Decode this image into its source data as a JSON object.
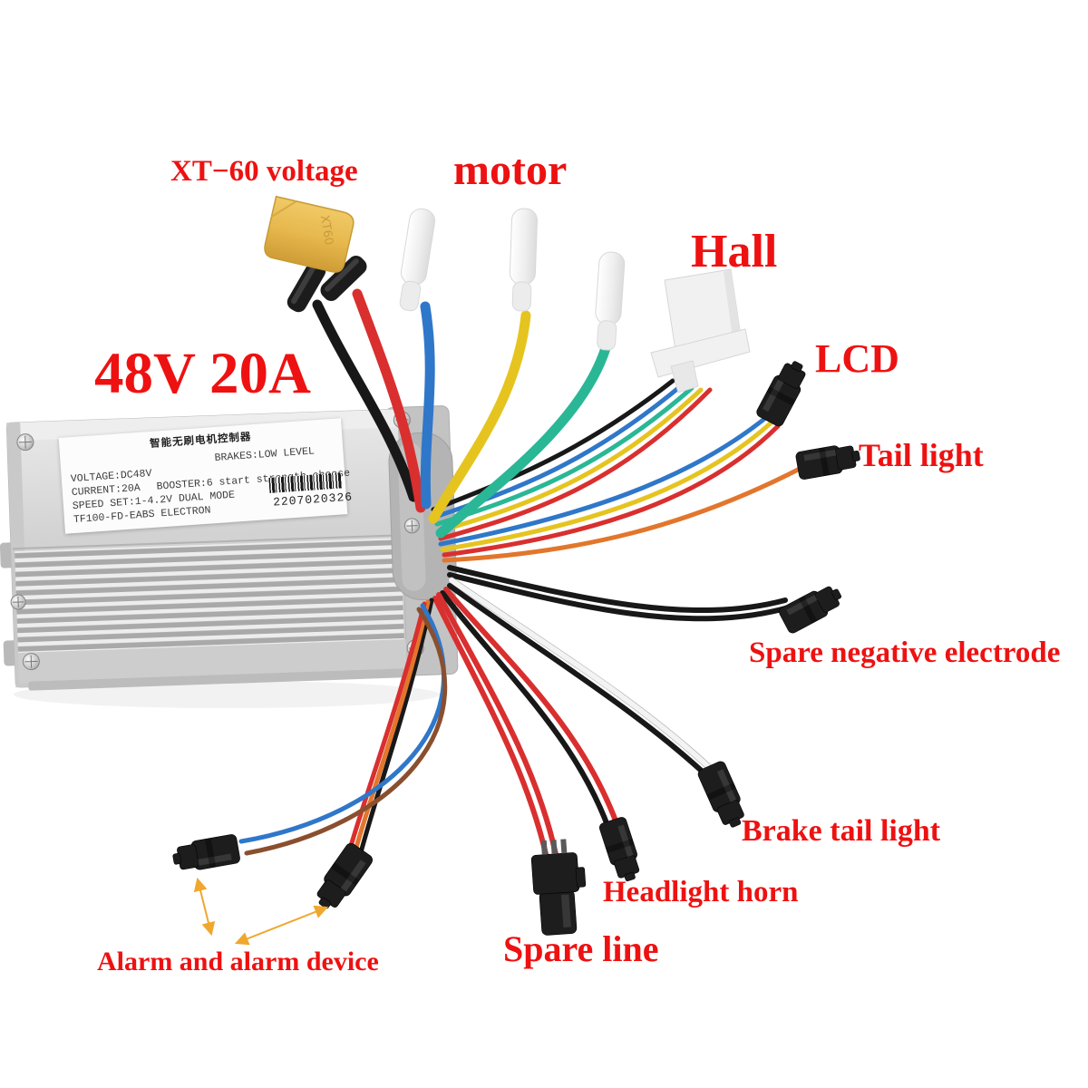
{
  "headline": "48V 20A",
  "annotations": {
    "xt60": "XT−60 voltage",
    "motor": "motor",
    "hall": "Hall",
    "lcd": "LCD",
    "tail_light": "Tail light",
    "spare_negative": "Spare negative electrode",
    "brake_tail_light": "Brake tail light",
    "headlight_horn": "Headlight horn",
    "spare_line": "Spare line",
    "alarm": "Alarm and alarm device"
  },
  "controller_label": {
    "title": "智能无刷电机控制器",
    "brakes": "BRAKES:LOW LEVEL",
    "voltage": "VOLTAGE:DC48V",
    "current": "CURRENT:20A",
    "booster": "BOOSTER:6 start strength choose",
    "speed_set": "SPEED SET:1-4.2V DUAL MODE",
    "model": "TF100-FD-EABS ELECTRON",
    "serial": "2207020326"
  },
  "xt60_marking": "XT60",
  "colors": {
    "annotation_red": "#ee1111",
    "wire_red": "#d92f2f",
    "wire_black": "#181818",
    "wire_blue": "#2f77c9",
    "wire_yellow": "#e6c41f",
    "wire_teal": "#2ab795",
    "wire_orange": "#e2762c",
    "wire_brown": "#8a4f2e",
    "wire_white": "#f3f3f3",
    "xt60_yellow": "#e7b84e",
    "case_silver": "#d6d6d6",
    "connector_black": "#1d1d1d",
    "connector_white": "#f1f1f1",
    "arrow_orange": "#efa72e"
  }
}
